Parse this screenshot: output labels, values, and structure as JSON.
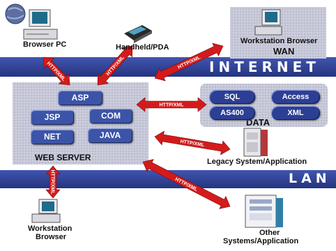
{
  "labels": {
    "browser_pc": "Browser PC",
    "handheld_pda": "Handheld/PDA",
    "workstation_browser_top": "Workstation Browser",
    "wan": "WAN",
    "internet": "INTERNET",
    "lan": "LAN",
    "web_server": "WEB SERVER",
    "data": "DATA",
    "legacy": "Legacy System/Application",
    "workstation": "Workstation",
    "browser": "Browser",
    "other": "Other",
    "systems_application": "Systems/Application"
  },
  "server_modules": {
    "asp": "ASP",
    "jsp": "JSP",
    "com": "COM",
    "net": "NET",
    "java": "JAVA"
  },
  "data_sources": {
    "sql": "SQL",
    "access": "Access",
    "as400": "AS400",
    "xml": "XML"
  },
  "protocol_label": "HTTP/XML",
  "colors": {
    "band": "#2e3f96",
    "panel": "#c9cad9",
    "module": "#3c54a8",
    "arrow": "#d41b1b"
  }
}
